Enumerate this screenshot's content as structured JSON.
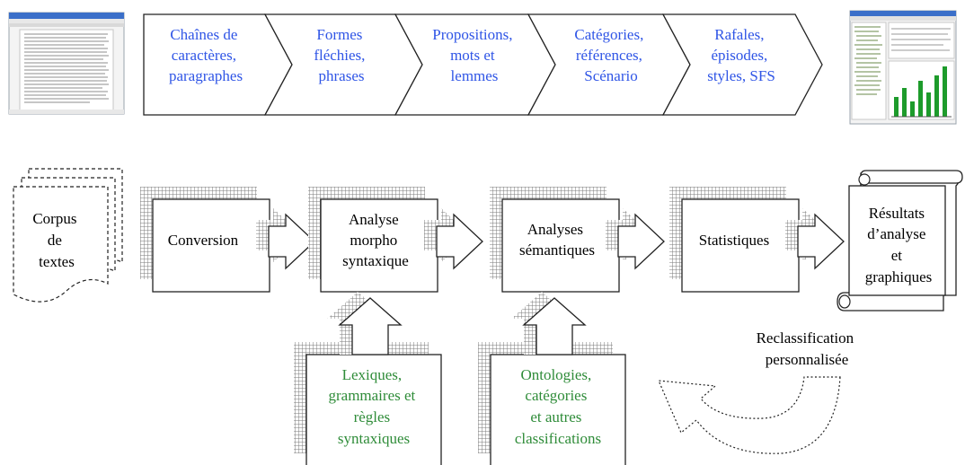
{
  "top_row": {
    "chevrons": [
      {
        "lines": [
          "Chaînes de",
          "caractères,",
          "paragraphes"
        ]
      },
      {
        "lines": [
          "Formes",
          "fléchies,",
          "phrases"
        ]
      },
      {
        "lines": [
          "Propositions,",
          "mots et",
          "lemmes"
        ]
      },
      {
        "lines": [
          "Catégories,",
          "références,",
          "Scénario"
        ]
      },
      {
        "lines": [
          "Rafales,",
          "épisodes,",
          "styles, SFS"
        ]
      }
    ]
  },
  "pipeline": {
    "corpus": {
      "lines": [
        "Corpus",
        "de",
        "textes"
      ]
    },
    "steps": [
      {
        "lines": [
          "Conversion"
        ]
      },
      {
        "lines": [
          "Analyse",
          "morpho",
          "syntaxique"
        ]
      },
      {
        "lines": [
          "Analyses",
          "sémantiques"
        ]
      },
      {
        "lines": [
          "Statistiques"
        ]
      }
    ],
    "results": {
      "lines": [
        "Résultats",
        "d’analyse",
        "et",
        "graphiques"
      ]
    }
  },
  "resources": [
    {
      "lines": [
        "Lexiques,",
        "grammaires et",
        "règles",
        "syntaxiques"
      ]
    },
    {
      "lines": [
        "Ontologies,",
        "catégories",
        "et autres",
        "classifications"
      ]
    }
  ],
  "feedback": {
    "lines": [
      "Reclassification",
      "personnalisée"
    ]
  },
  "colors": {
    "chevron_text": "#2f55e6",
    "resource_text": "#2f8c39",
    "shadow_grid": "#8a8a8a"
  },
  "icons": [
    "document-window-icon",
    "chart-window-icon"
  ]
}
